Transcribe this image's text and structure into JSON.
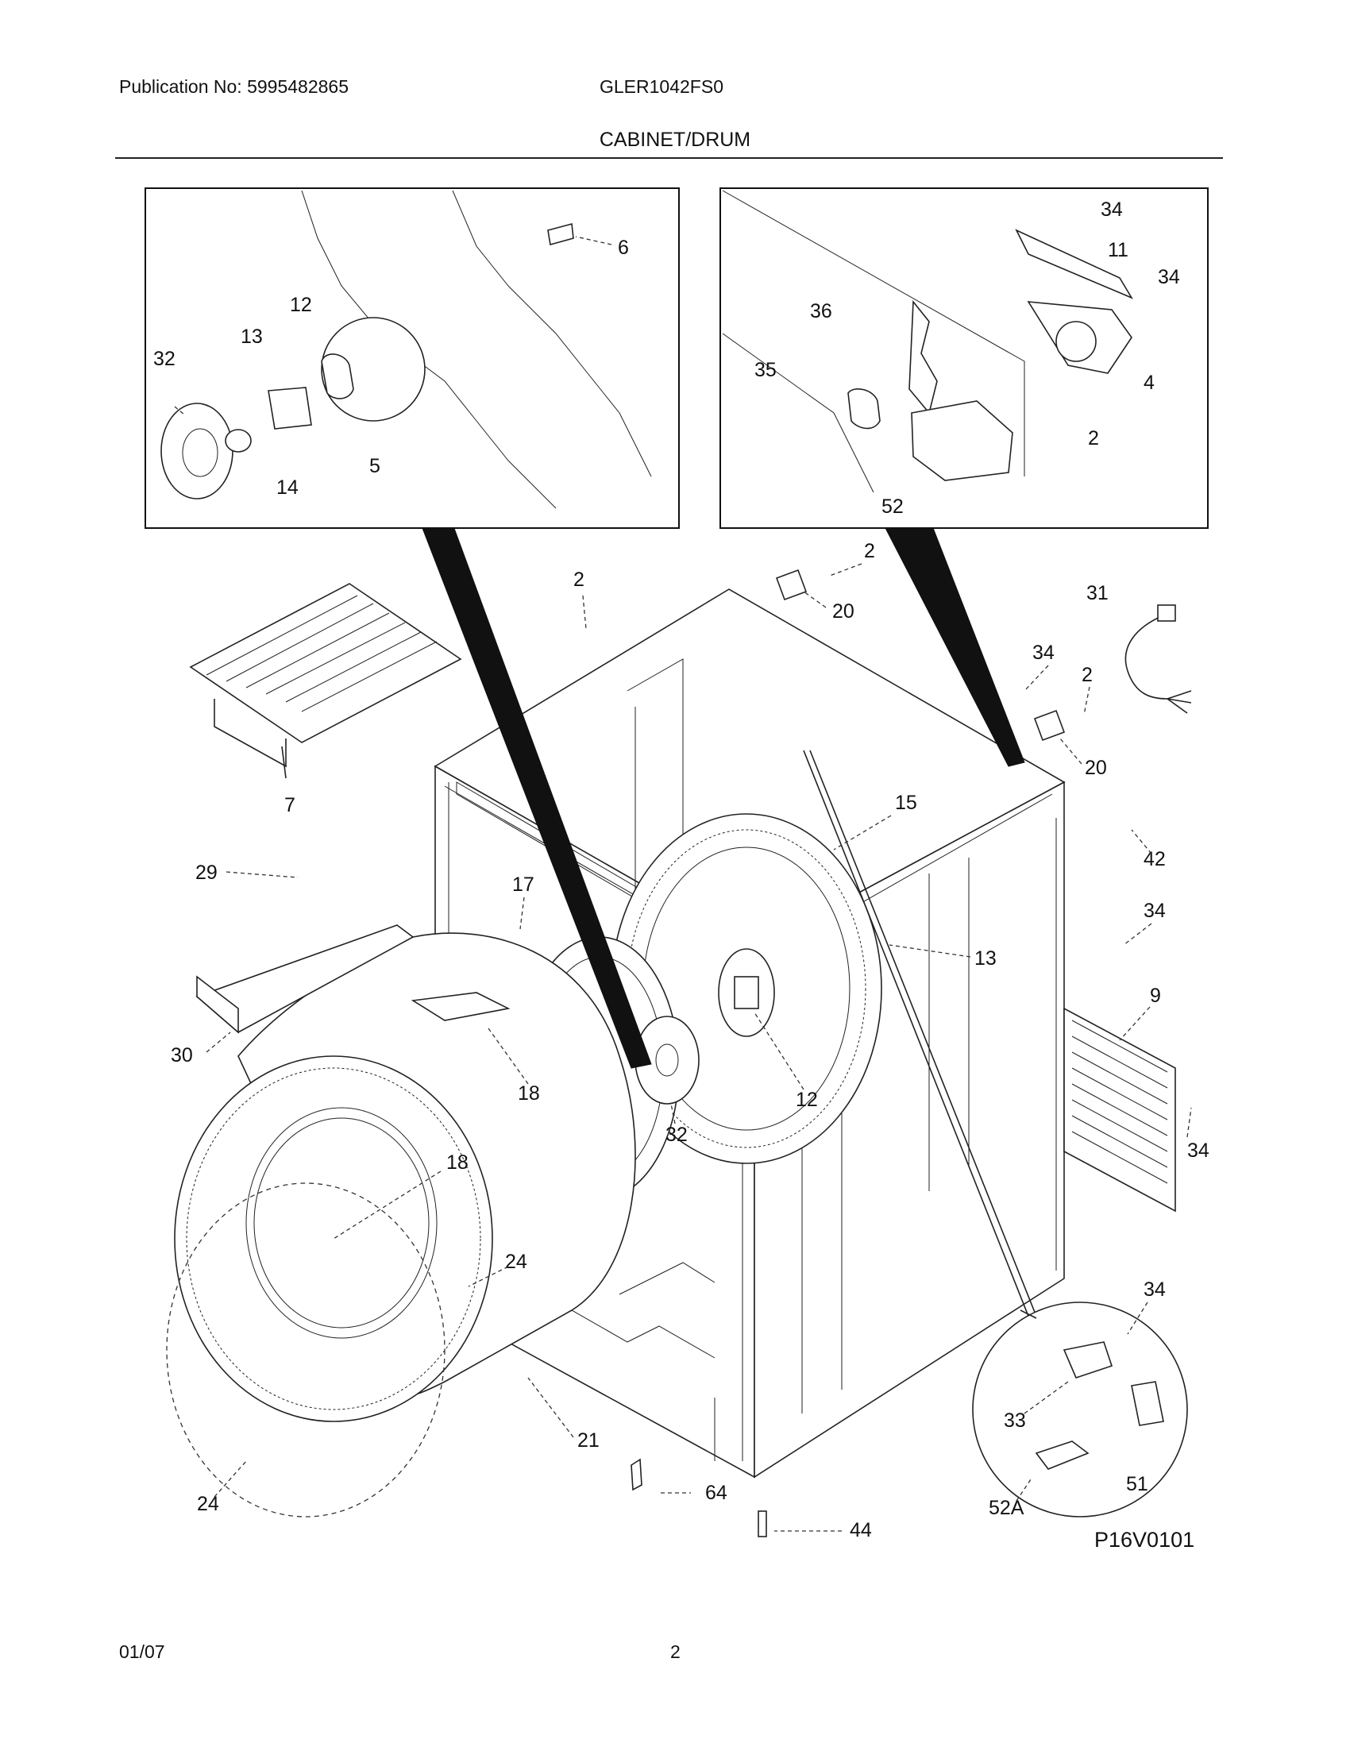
{
  "header": {
    "publication": "Publication No: 5995482865",
    "model": "GLER1042FS0",
    "section_title": "CABINET/DRUM"
  },
  "footer": {
    "date": "01/07",
    "page": "2"
  },
  "diagram_id": "P16V0101",
  "inset_left_callouts": [
    "6",
    "12",
    "13",
    "32",
    "14",
    "5"
  ],
  "inset_right_callouts": [
    "34",
    "11",
    "34",
    "36",
    "35",
    "4",
    "2",
    "52"
  ],
  "main_callouts": [
    "2",
    "2",
    "20",
    "31",
    "34",
    "2",
    "20",
    "7",
    "15",
    "42",
    "29",
    "17",
    "34",
    "13",
    "9",
    "30",
    "18",
    "12",
    "32",
    "34",
    "18",
    "24",
    "34",
    "21",
    "33",
    "51",
    "24",
    "64",
    "52A",
    "44"
  ]
}
